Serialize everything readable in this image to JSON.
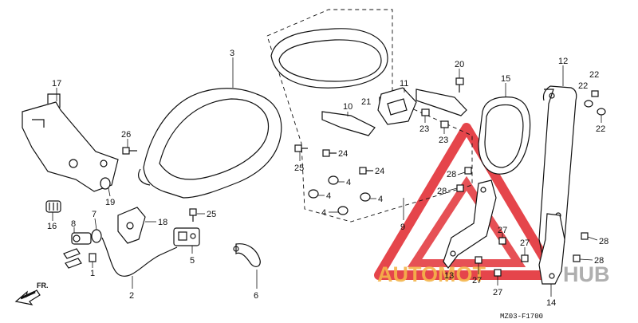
{
  "diagram": {
    "part_code": "MZ03-F1700",
    "direction_label": "FR.",
    "callouts": [
      {
        "id": "c17",
        "label": "17"
      },
      {
        "id": "c26",
        "label": "26"
      },
      {
        "id": "c19",
        "label": "19"
      },
      {
        "id": "c16",
        "label": "16"
      },
      {
        "id": "c8",
        "label": "8"
      },
      {
        "id": "c7",
        "label": "7"
      },
      {
        "id": "c18",
        "label": "18"
      },
      {
        "id": "c25a",
        "label": "25"
      },
      {
        "id": "c1",
        "label": "1"
      },
      {
        "id": "c5",
        "label": "5"
      },
      {
        "id": "c2",
        "label": "2"
      },
      {
        "id": "c6",
        "label": "6"
      },
      {
        "id": "c3",
        "label": "3"
      },
      {
        "id": "c25b",
        "label": "25"
      },
      {
        "id": "c24a",
        "label": "24"
      },
      {
        "id": "c24b",
        "label": "24"
      },
      {
        "id": "c4a",
        "label": "4"
      },
      {
        "id": "c4b",
        "label": "4"
      },
      {
        "id": "c4c",
        "label": "4"
      },
      {
        "id": "c4d",
        "label": "4"
      },
      {
        "id": "c10",
        "label": "10"
      },
      {
        "id": "c21",
        "label": "21"
      },
      {
        "id": "c11",
        "label": "11"
      },
      {
        "id": "c23a",
        "label": "23"
      },
      {
        "id": "c23b",
        "label": "23"
      },
      {
        "id": "c9",
        "label": "9"
      },
      {
        "id": "c20",
        "label": "20"
      },
      {
        "id": "c15",
        "label": "15"
      },
      {
        "id": "c12",
        "label": "12"
      },
      {
        "id": "c22a",
        "label": "22"
      },
      {
        "id": "c22b",
        "label": "22"
      },
      {
        "id": "c22c",
        "label": "22"
      },
      {
        "id": "c28a",
        "label": "28"
      },
      {
        "id": "c28b",
        "label": "28"
      },
      {
        "id": "c27a",
        "label": "27"
      },
      {
        "id": "c27b",
        "label": "27"
      },
      {
        "id": "c27c",
        "label": "27"
      },
      {
        "id": "c27d",
        "label": "27"
      },
      {
        "id": "c28c",
        "label": "28"
      },
      {
        "id": "c28d",
        "label": "28"
      },
      {
        "id": "c13",
        "label": "13"
      },
      {
        "id": "c14",
        "label": "14"
      }
    ]
  },
  "watermark": {
    "text_left": "AUTOMOT",
    "text_right": "HUB",
    "color_orange": "#f5b54a",
    "color_red": "#e0242b",
    "color_gray": "#a7a7a7"
  }
}
